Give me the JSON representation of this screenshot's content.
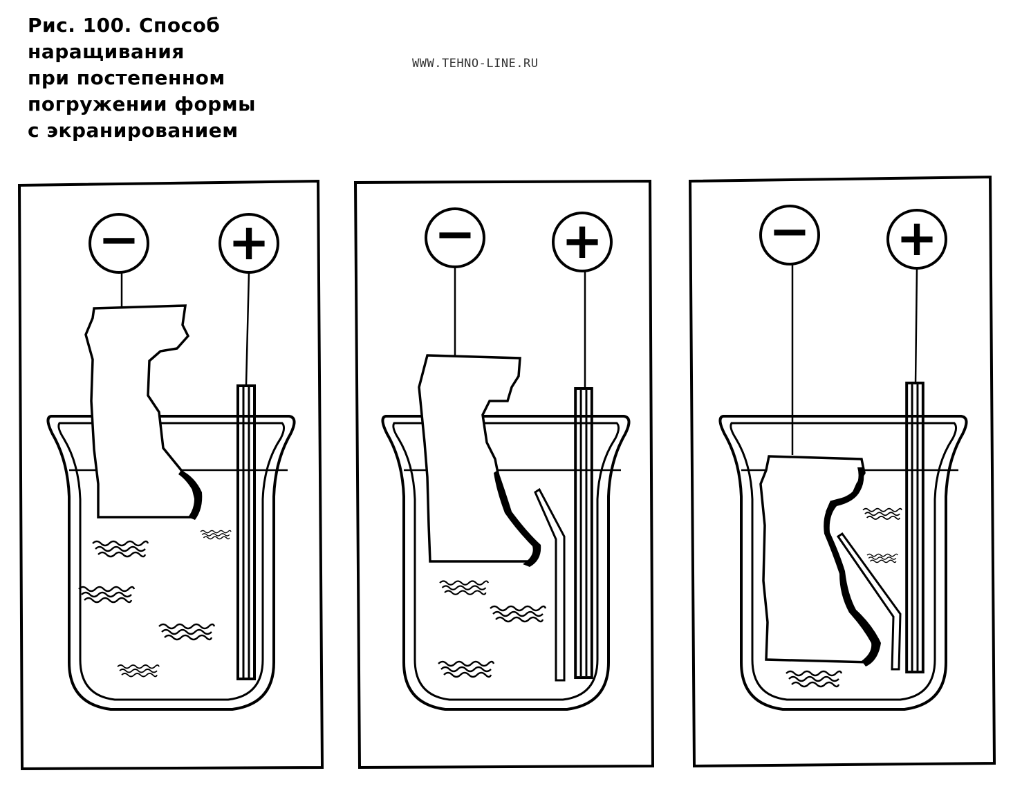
{
  "caption": {
    "lines": [
      "Рис. 100. Способ",
      "наращивания",
      "при постепенном",
      "погружении формы",
      "с экранированием"
    ]
  },
  "watermark": "WWW.TEHNO-LINE.RU",
  "panels": [
    {
      "name": "stage-1",
      "cathode_sign": "−",
      "anode_sign": "+",
      "immersion": "partial",
      "shield": false
    },
    {
      "name": "stage-2",
      "cathode_sign": "−",
      "anode_sign": "+",
      "immersion": "partial",
      "shield": true
    },
    {
      "name": "stage-3",
      "cathode_sign": "−",
      "anode_sign": "+",
      "immersion": "full",
      "shield": true
    }
  ],
  "colors": {
    "ink": "#000000",
    "paper": "#ffffff"
  }
}
